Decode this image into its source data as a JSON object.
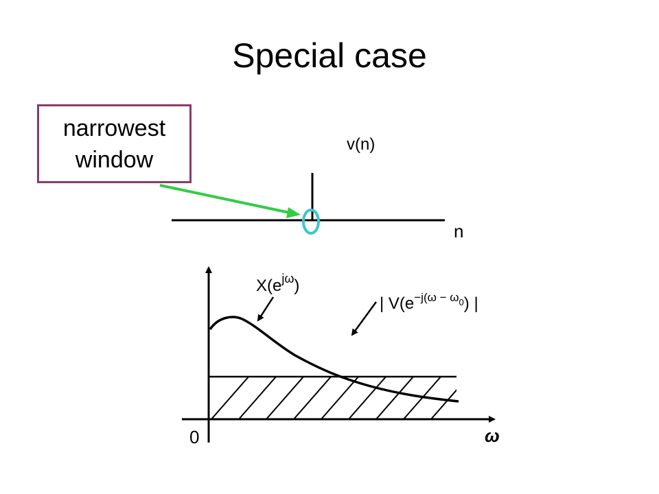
{
  "title": "Special case",
  "callout": {
    "line1": "narrowest",
    "line2": "window"
  },
  "top_plot": {
    "signal_label": "v(n)",
    "axis_label": "n"
  },
  "bottom_plot": {
    "spectrum_label_base": "X(e",
    "spectrum_label_exp": "jω",
    "spectrum_label_close": ")",
    "window_label_base": "| V(e",
    "window_label_exp": "−j(ω − ω",
    "window_label_sub": "0",
    "window_label_close": ") |",
    "origin_label": "0",
    "axis_label": "ω"
  },
  "colors": {
    "callout_border": "#8c3a6a",
    "arrow": "#33cc44",
    "circle": "#3cc6cf"
  }
}
